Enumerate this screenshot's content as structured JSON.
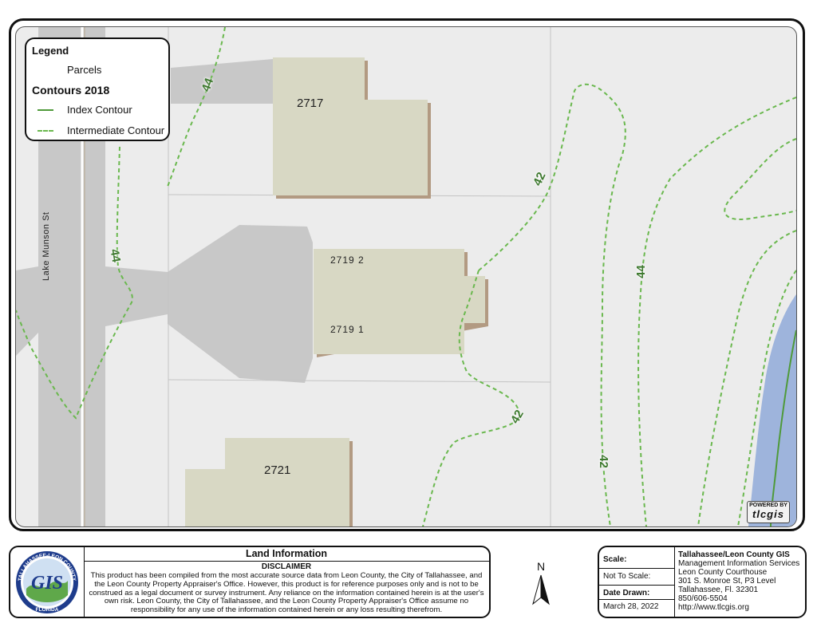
{
  "legend": {
    "title": "Legend",
    "parcels_label": "Parcels",
    "contours_title": "Contours 2018",
    "index_label": "Index Contour",
    "intermediate_label": "Intermediate Contour"
  },
  "map": {
    "street_name": "Lake Munson St",
    "parcel_labels": [
      "2717",
      "2719 2",
      "2719 1",
      "2721"
    ],
    "contour_labels": [
      "44",
      "44",
      "42",
      "42",
      "44",
      "42"
    ],
    "colors": {
      "background": "#ececec",
      "road": "#c8c8c8",
      "building": "#d8d8c4",
      "building_shadow": "#b29a82",
      "parcel_line": "#c4c4c4",
      "contour": "#6ab84e",
      "index_contour": "#4f9a3a",
      "water": "#9eb4dc"
    },
    "powered_by_line1": "POWERED BY",
    "powered_by_line2": "tlcgis"
  },
  "info": {
    "title": "Land Information",
    "disclaimer_heading": "DISCLAIMER",
    "disclaimer_text": "This product has been compiled from the most accurate source data from Leon County, the City of Tallahassee, and the Leon County Property Appraiser's Office. However, this product is for reference purposes only and is not to be construed as a legal document or survey instrument. Any reliance on the information contained herein is at the user's own risk. Leon County, the City of Tallahassee, and the Leon County Property Appraiser's Office assume no responsibility for any use of the information contained herein or any loss resulting therefrom.",
    "logo_text": "GIS",
    "logo_ring_top": "TALLAHASSEE-LEON COUNTY",
    "logo_ring_bottom": "FLORIDA"
  },
  "north_arrow": {
    "label": "N"
  },
  "scale_box": {
    "scale_label": "Scale:",
    "scale_value": "Not To Scale:",
    "date_label": "Date Drawn:",
    "date_value": "March 28, 2022",
    "org_name": "Tallahassee/Leon County GIS",
    "org_lines": [
      "Management Information Services",
      "Leon County Courthouse",
      "301 S. Monroe St, P3 Level",
      "Tallahassee, Fl. 32301",
      "850/606-5504",
      "http://www.tlcgis.org"
    ]
  }
}
